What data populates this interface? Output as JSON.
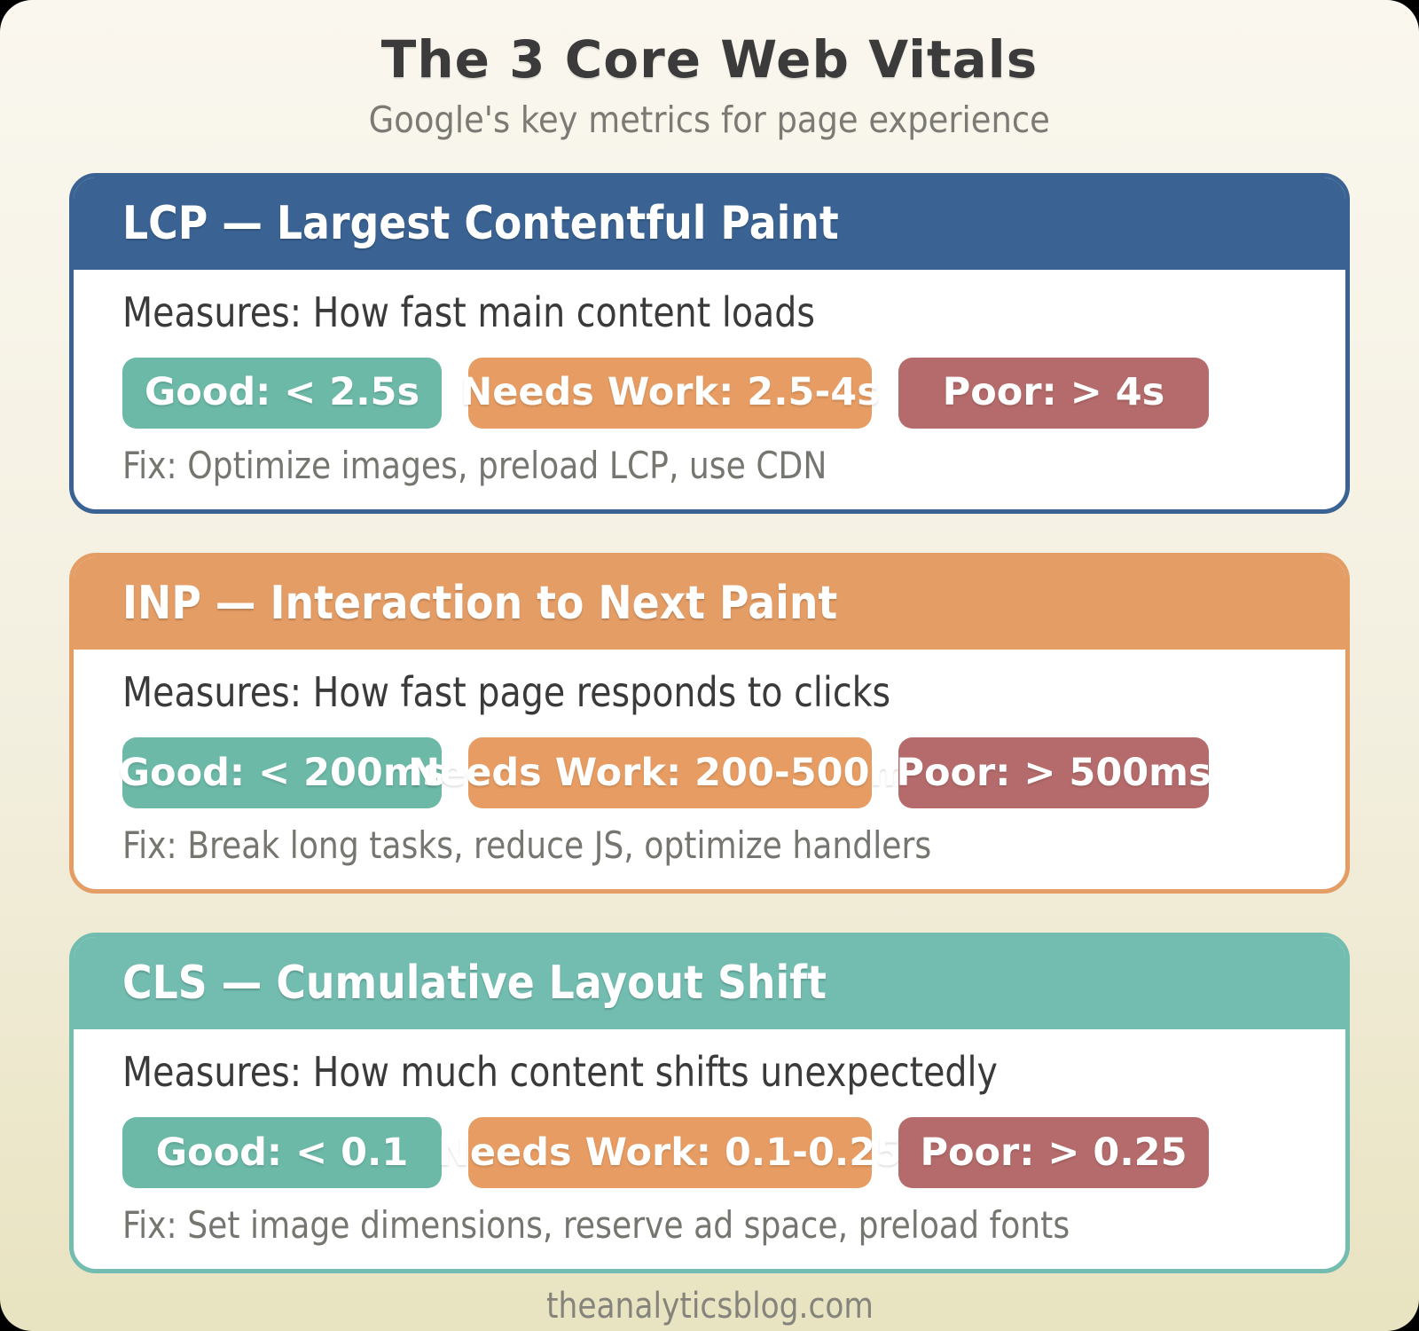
{
  "header": {
    "title": "The 3 Core Web Vitals",
    "subtitle": "Google's key metrics for page experience"
  },
  "colors": {
    "background_top": "#faf7ef",
    "background_bottom": "#e8e3c0",
    "lcp_accent": "#3a6394",
    "inp_accent": "#e59d66",
    "cls_accent": "#72bcb0",
    "badge_good": "#6cb9a8",
    "badge_needs_work": "#e69c62",
    "badge_poor": "#b56b6b"
  },
  "cards": [
    {
      "id": "lcp",
      "title": "LCP — Largest Contentful Paint",
      "measures": "Measures: How fast main content loads",
      "badges": [
        {
          "level": "good",
          "label": "Good: < 2.5s"
        },
        {
          "level": "needs-work",
          "label": "Needs Work: 2.5-4s"
        },
        {
          "level": "poor",
          "label": "Poor: > 4s"
        }
      ],
      "fix": "Fix: Optimize images, preload LCP, use CDN"
    },
    {
      "id": "inp",
      "title": "INP — Interaction to Next Paint",
      "measures": "Measures: How fast page responds to clicks",
      "badges": [
        {
          "level": "good",
          "label": "Good: < 200ms"
        },
        {
          "level": "needs-work",
          "label": "Needs Work: 200-500ms"
        },
        {
          "level": "poor",
          "label": "Poor: > 500ms"
        }
      ],
      "fix": "Fix: Break long tasks, reduce JS, optimize handlers"
    },
    {
      "id": "cls",
      "title": "CLS — Cumulative Layout Shift",
      "measures": "Measures: How much content shifts unexpectedly",
      "badges": [
        {
          "level": "good",
          "label": "Good: < 0.1"
        },
        {
          "level": "needs-work",
          "label": "Needs Work: 0.1-0.25"
        },
        {
          "level": "poor",
          "label": "Poor: > 0.25"
        }
      ],
      "fix": "Fix: Set image dimensions, reserve ad space, preload fonts"
    }
  ],
  "footer": {
    "site": "theanalyticsblog.com"
  }
}
